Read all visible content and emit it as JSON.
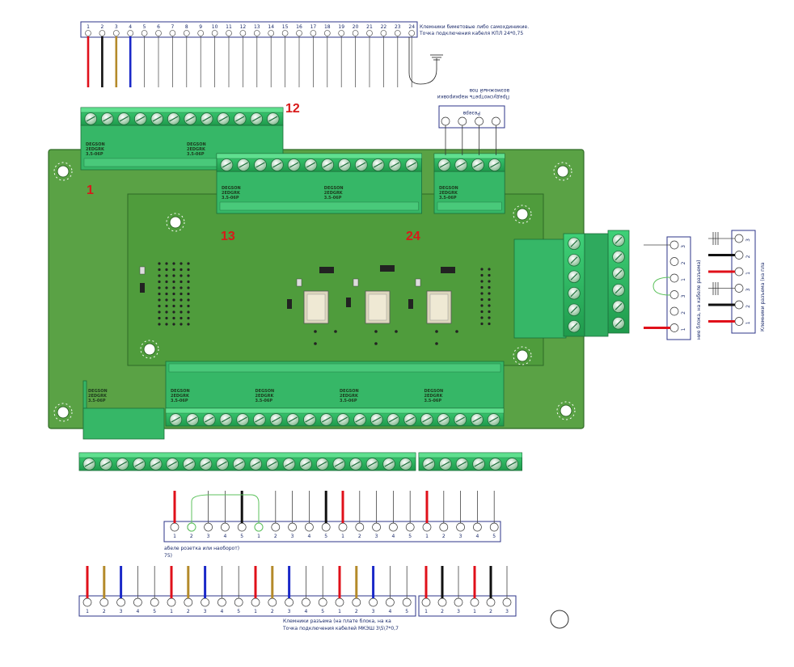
{
  "colors": {
    "pcb": "#5aa245",
    "pcb_dark": "#2f6a26",
    "inner": "#4d9a3b",
    "terminal": "#33c46a",
    "terminal_dark": "#1c8a45",
    "screw": "#bfe7c7",
    "frame": "#2c3488",
    "wire_red": "#e0101a",
    "wire_black": "#111111",
    "wire_gold": "#b48a2a",
    "wire_blue": "#1a28c8",
    "wire_green": "#5cc25c"
  },
  "top_strip": {
    "numbers": [
      "1",
      "2",
      "3",
      "4",
      "5",
      "6",
      "7",
      "8",
      "9",
      "10",
      "11",
      "12",
      "13",
      "14",
      "15",
      "16",
      "17",
      "18",
      "19",
      "20",
      "21",
      "22",
      "23",
      "24"
    ],
    "caption_1": "Клемники биметовые либо самохдиникие.",
    "caption_2": "Точка подключения кабеля КПЛ 24*0,75"
  },
  "pin_labels": {
    "p1": "1",
    "p12": "12",
    "p13": "13",
    "p24": "24"
  },
  "reserve": {
    "title": "Резерв",
    "note_1": "Предусмотреть маркировки",
    "note_2": "возможный пов"
  },
  "block_text": {
    "l1": "DEGSON",
    "l2": "2EDGRK",
    "l3": "3.5-06P"
  },
  "right_mid": {
    "numbers": [
      "3",
      "2",
      "1",
      "3",
      "2",
      "1"
    ],
    "caption": "ние блока, на кабеле разъема)"
  },
  "right_far": {
    "numbers": [
      "3",
      "2",
      "1",
      "3",
      "2",
      "1"
    ],
    "caption": "Клемники разъема (на пла"
  },
  "bottom_strip_1": {
    "numbers": [
      "1",
      "2",
      "3",
      "4",
      "5",
      "1",
      "2",
      "3",
      "4",
      "5",
      "1",
      "2",
      "3",
      "4",
      "5",
      "1",
      "2",
      "3",
      "4",
      "5"
    ],
    "caption_1": "абеле розетка или наоборот)",
    "caption_2": "75)"
  },
  "bottom_strip_2": {
    "numbers": [
      "1",
      "2",
      "3",
      "4",
      "5",
      "1",
      "2",
      "3",
      "4",
      "5",
      "1",
      "2",
      "3",
      "4",
      "5",
      "1",
      "2",
      "3",
      "4",
      "5"
    ],
    "caption_1": "Клемники разъема (на плате блока, на ка",
    "caption_2": "Точка подключения кабелей МКЭШ 3\\5\\7*0,7"
  },
  "bottom_strip_3": {
    "numbers": [
      "1",
      "2",
      "3",
      "1",
      "2",
      "3"
    ]
  }
}
